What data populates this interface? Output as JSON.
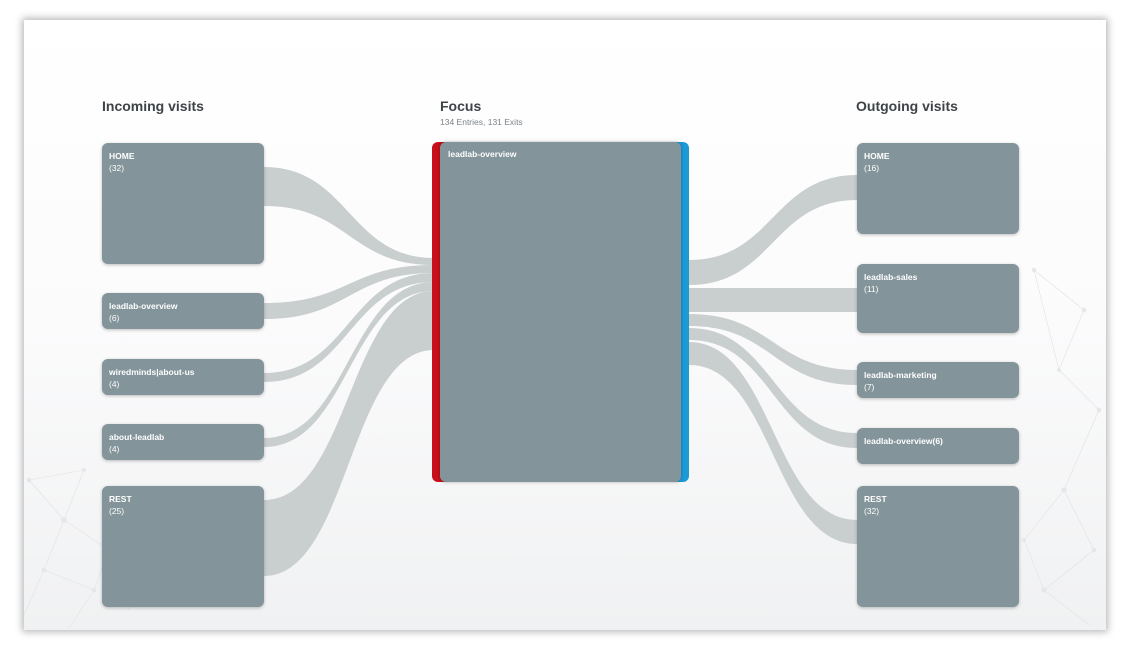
{
  "incoming": {
    "title": "Incoming visits",
    "nodes": [
      {
        "name": "HOME",
        "count": "(32)"
      },
      {
        "name": "leadlab-overview",
        "count": "(6)"
      },
      {
        "name": "wiredminds|about-us",
        "count": "(4)"
      },
      {
        "name": "about-leadlab",
        "count": "(4)"
      },
      {
        "name": "REST",
        "count": "(25)"
      }
    ]
  },
  "focus": {
    "title": "Focus",
    "subtitle": "134 Entries, 131 Exits",
    "node": {
      "name": "leadlab-overview"
    },
    "colors": {
      "entries": "#c8101a",
      "exits": "#1c9ad6"
    }
  },
  "outgoing": {
    "title": "Outgoing visits",
    "nodes": [
      {
        "name": "HOME",
        "count": "(16)"
      },
      {
        "name": "leadlab-sales",
        "count": "(11)"
      },
      {
        "name": "leadlab-marketing",
        "count": "(7)"
      },
      {
        "name": "leadlab-overview(6)",
        "count": ""
      },
      {
        "name": "REST",
        "count": "(32)"
      }
    ]
  },
  "colors": {
    "node": "#83949a",
    "flow": "#c9cecf"
  }
}
